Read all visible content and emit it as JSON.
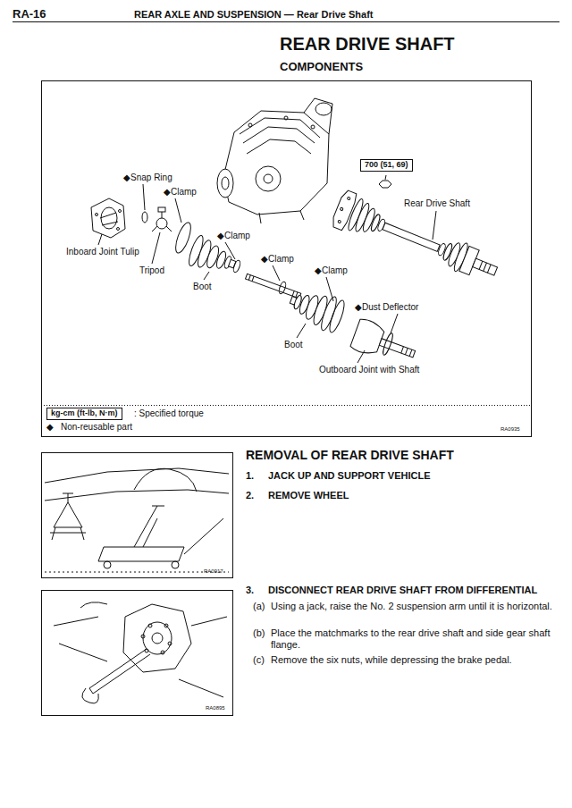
{
  "diagram": {
    "title": "REAR DRIVE SHAFT",
    "nodes": [
      {
        "text": [
          "700 (51, 69)"
        ]
      },
      {
        "text": [
          "kg-cm (ft-lb, N·m)"
        ]
      }
    ],
    "labels": [
      "RA-16",
      "REAR AXLE AND SUSPENSION — Rear Drive Shaft",
      "COMPONENTS",
      "◆Snap Ring",
      "◆Clamp",
      "Inboard Joint Tulip",
      "Tripod",
      "◆Clamp",
      "Boot",
      "◆Clamp",
      "◆Clamp",
      "Boot",
      "◆Dust Deflector",
      "Outboard Joint with Shaft",
      "Rear Drive Shaft",
      ": Specified torque",
      "◆",
      "Non-reusable part",
      "RA0935",
      "REMOVAL OF REAR DRIVE SHAFT",
      "1.",
      "JACK UP AND SUPPORT VEHICLE",
      "2.",
      "REMOVE WHEEL",
      "RA0917",
      "3.",
      "DISCONNECT REAR DRIVE SHAFT FROM DIFFERENTIAL",
      "(a)",
      "Using a jack, raise the No. 2 suspension arm until it is horizontal.",
      "(b)",
      "Place the matchmarks to the rear drive shaft and side gear shaft flange.",
      "(c)",
      "Remove the six nuts, while depressing the brake pedal.",
      "RA0895"
    ]
  }
}
